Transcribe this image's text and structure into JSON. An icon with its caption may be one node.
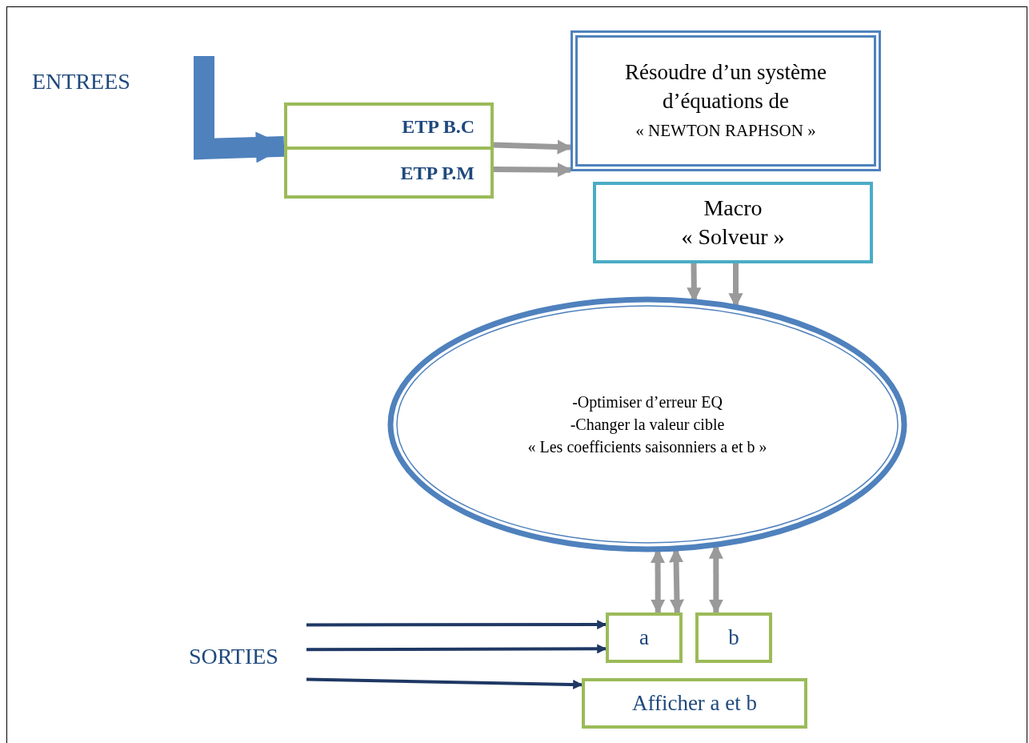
{
  "diagram": {
    "nodes": [
      {
        "text": [
          "ENTREES"
        ]
      },
      {
        "text": [
          "ETP B.C"
        ]
      },
      {
        "text": [
          "ETP P.M"
        ]
      },
      {
        "text": [
          "Résoudre d’un système d’équations de",
          "« NEWTON RAPHSON »"
        ]
      },
      {
        "text": [
          "Macro",
          "« Solveur »"
        ]
      },
      {
        "text": [
          "-Optimiser d’erreur EQ",
          "-Changer la valeur cible",
          "« Les coefficients saisonniers a et b »"
        ]
      },
      {
        "text": [
          "a"
        ]
      },
      {
        "text": [
          "b"
        ]
      },
      {
        "text": [
          "Afficher a et b"
        ]
      },
      {
        "text": [
          "SORTIES"
        ]
      }
    ],
    "edges": [
      {
        "from": null,
        "to": 1,
        "arrow": "to",
        "style": "thick",
        "color": "#4f81bd"
      },
      {
        "from": 1,
        "to": 3,
        "arrow": "to"
      },
      {
        "from": 2,
        "to": 3,
        "arrow": "to"
      },
      {
        "from": 4,
        "to": 5,
        "arrow": "to"
      },
      {
        "from": 4,
        "to": 5,
        "arrow": "to"
      },
      {
        "from": 5,
        "to": 6,
        "arrow": "both"
      },
      {
        "from": 5,
        "to": 6,
        "arrow": "both"
      },
      {
        "from": 5,
        "to": 7,
        "arrow": "both"
      },
      {
        "from": 9,
        "to": 6,
        "arrow": "to",
        "color": "#1f3864"
      },
      {
        "from": 9,
        "to": 6,
        "arrow": "to",
        "color": "#1f3864"
      },
      {
        "from": 9,
        "to": 8,
        "arrow": "to",
        "color": "#1f3864"
      }
    ]
  }
}
